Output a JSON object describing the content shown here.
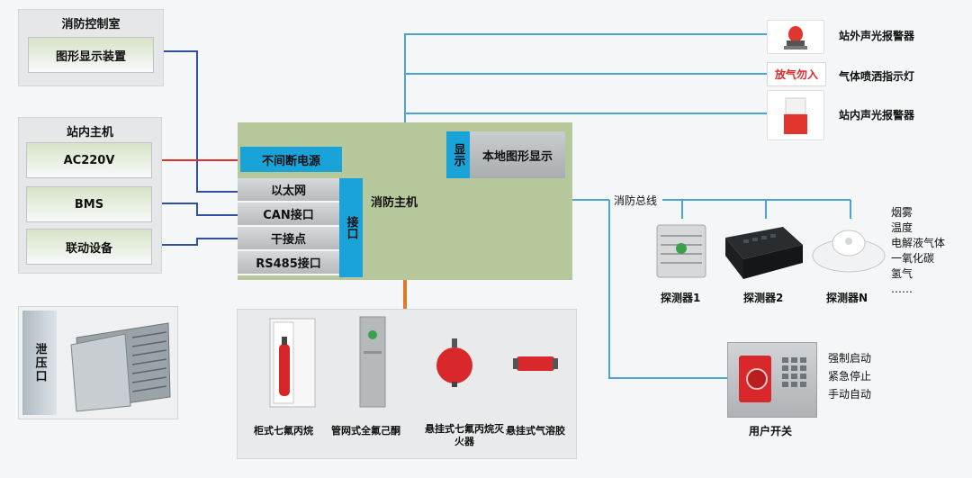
{
  "control_room": {
    "title": "消防控制室",
    "display_device": "图形显示装置"
  },
  "station_host": {
    "title": "站内主机",
    "items": [
      "AC220V",
      "BMS",
      "联动设备"
    ]
  },
  "relief_vent": {
    "label": "泄压口"
  },
  "fire_host": {
    "title": "消防主机",
    "ups": "不间断电源",
    "ports": [
      "以太网",
      "CAN接口",
      "干接点",
      "RS485接口"
    ],
    "interface_label": "接口",
    "display_tab": "显示",
    "local_display": "本地图形显示"
  },
  "alarms": {
    "outside_alarm": "站外声光报警器",
    "spray_sign_text": "放气勿入",
    "spray_indicator": "气体喷洒指示灯",
    "inside_alarm": "站内声光报警器"
  },
  "bus_label": "消防总线",
  "detectors": {
    "items": [
      "探测器1",
      "探测器2",
      "探测器N"
    ]
  },
  "gases": [
    "烟雾",
    "温度",
    "电解液气体",
    "一氧化碳",
    "氢气",
    "……"
  ],
  "extinguishers": [
    "柜式七氟丙烷",
    "管网式全氟己酮",
    "悬挂式七氟丙烷灭火器",
    "悬挂式气溶胶"
  ],
  "user_switch": {
    "title": "用户开关",
    "options": [
      "强制启动",
      "紧急停止",
      "手动自动"
    ]
  },
  "colors": {
    "host_bg": "#b6c89b",
    "accent_cyan": "#1aa3d9",
    "wire_blue": "#2f4fa0",
    "bus_blue": "#4ea1d3",
    "wire_red": "#e0322d",
    "pipe_orange": "#e07a2a"
  }
}
